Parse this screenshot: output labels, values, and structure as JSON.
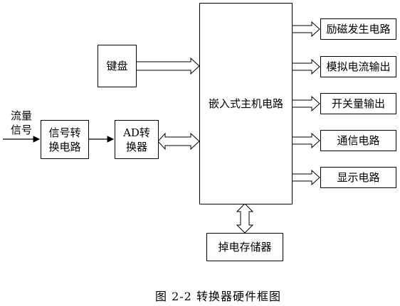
{
  "diagram": {
    "input_label": "流量\n信号",
    "blocks": {
      "keyboard": "键盘",
      "signal_conversion": "信号转\n换电路",
      "ad_converter": "AD转\n换器",
      "embedded_main": "嵌入式主机电路",
      "power_fail_storage": "掉电存储器"
    },
    "outputs": [
      "励磁发生电路",
      "模拟电流输出",
      "开关量输出",
      "通信电路",
      "显示电路"
    ]
  },
  "caption": "图 2-2  转换器硬件框图"
}
